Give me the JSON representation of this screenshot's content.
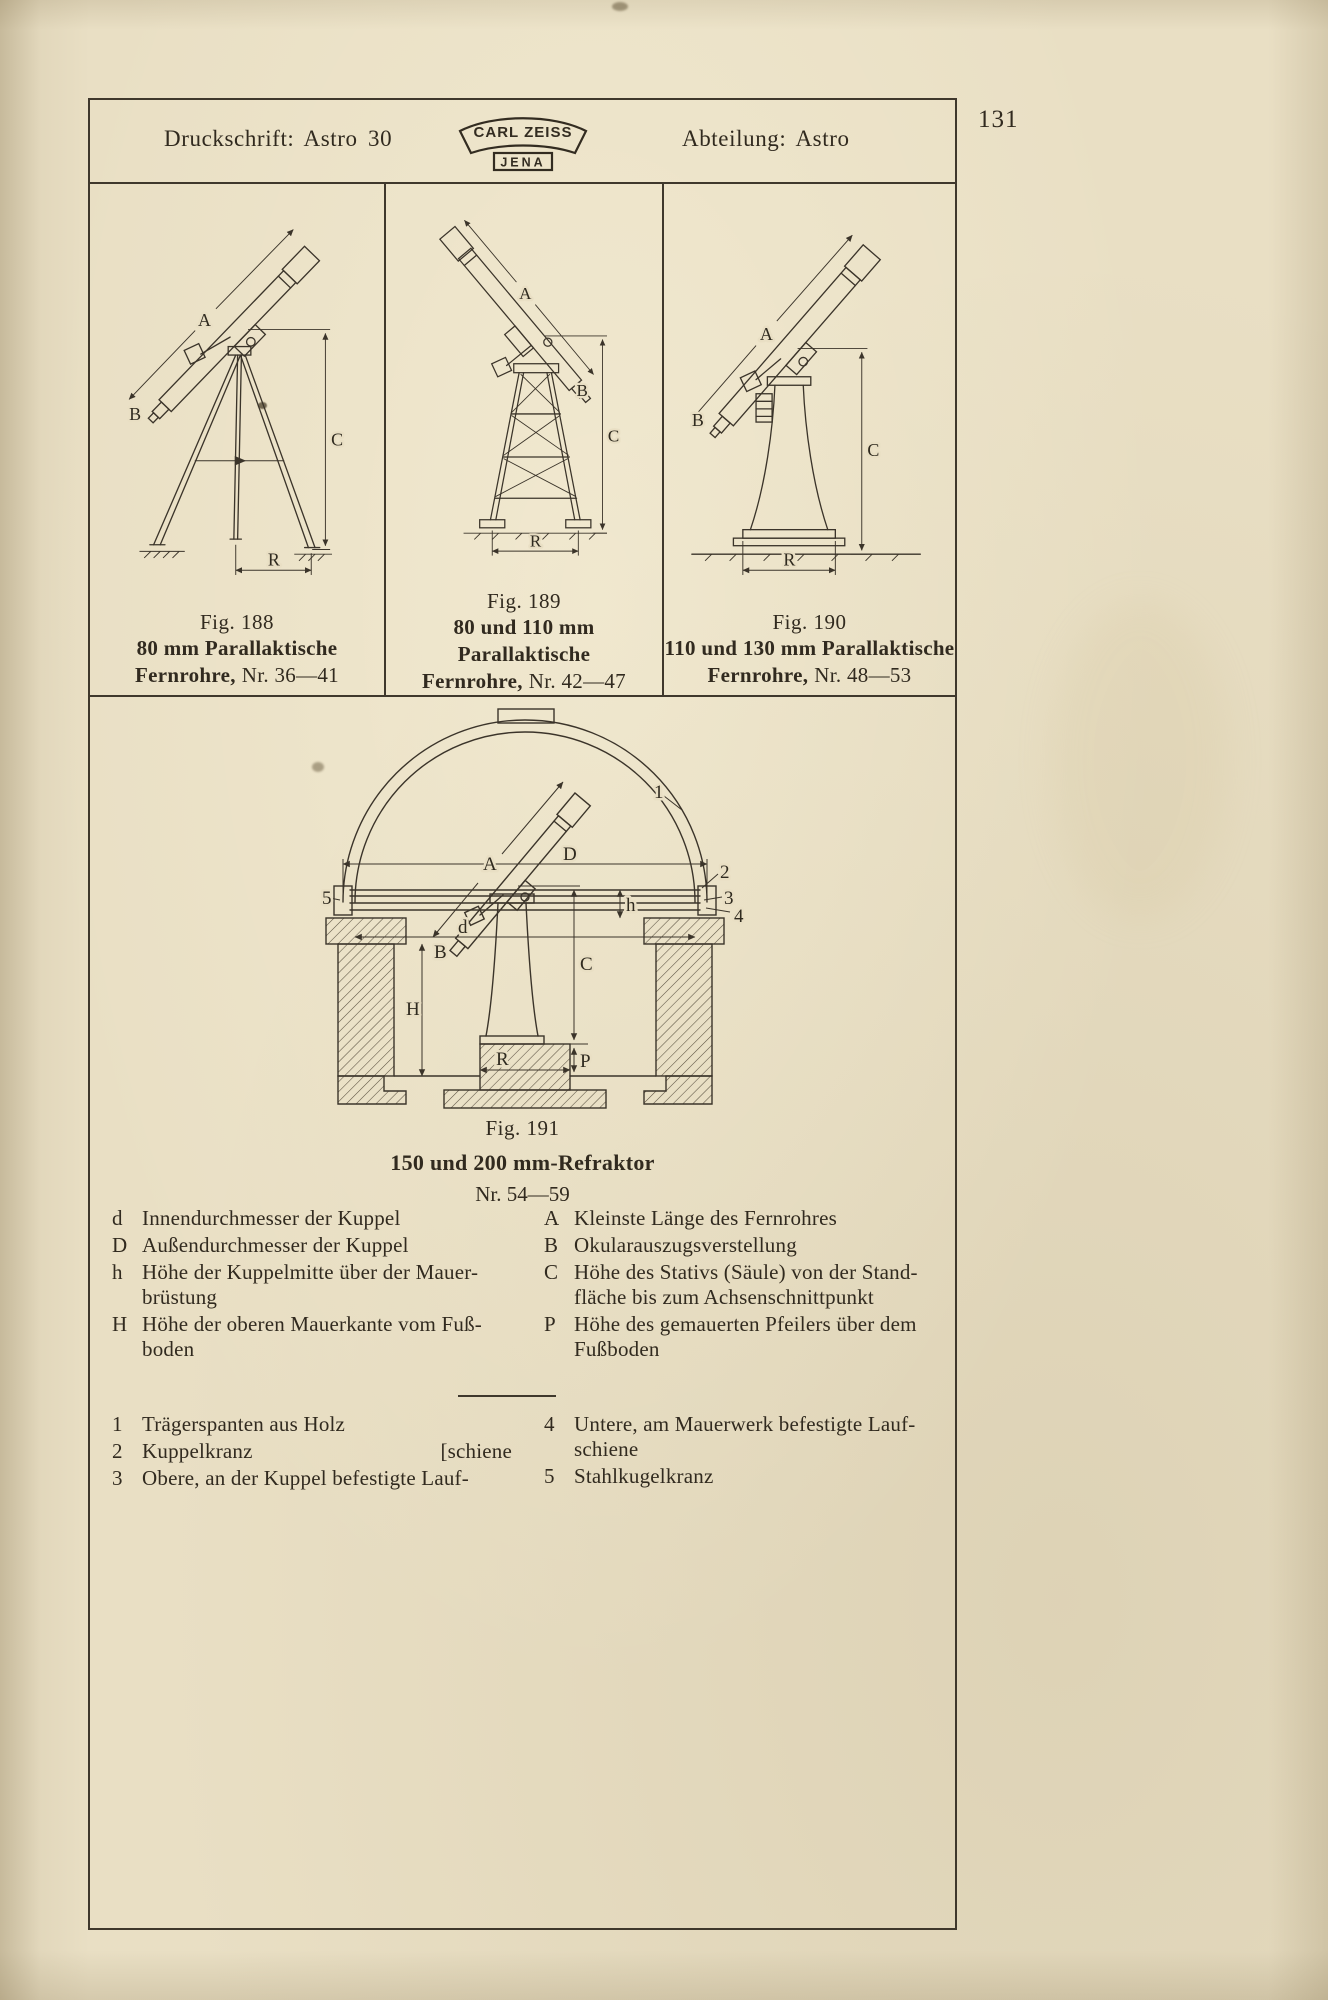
{
  "page_number": "131",
  "header": {
    "left": "Druckschrift: Astro 30",
    "right": "Abteilung: Astro",
    "logo_top": "CARL ZEISS",
    "logo_bottom": "JENA"
  },
  "figures": [
    {
      "label": "Fig. 188",
      "cap1": "80 mm Parallaktische",
      "cap2_bold": "Fernrohre,",
      "cap2_rest": "Nr. 36—41",
      "dims": {
        "A": "A",
        "B": "B",
        "C": "C",
        "R": "R"
      }
    },
    {
      "label": "Fig. 189",
      "cap1": "80 und 110 mm Parallaktische",
      "cap2_bold": "Fernrohre,",
      "cap2_rest": "Nr. 42—47",
      "dims": {
        "A": "A",
        "B": "B",
        "C": "C",
        "R": "R"
      }
    },
    {
      "label": "Fig. 190",
      "cap1": "110 und 130 mm Parallaktische",
      "cap2_bold": "Fernrohre,",
      "cap2_rest": "Nr. 48—53",
      "dims": {
        "A": "A",
        "B": "B",
        "C": "C",
        "R": "R"
      }
    }
  ],
  "fig191": {
    "label": "Fig. 191",
    "cap1": "150 und 200 mm-Refraktor",
    "cap2": "Nr. 54—59",
    "labels": {
      "A": "A",
      "B": "B",
      "C": "C",
      "D": "D",
      "d": "d",
      "h": "h",
      "H": "H",
      "P": "P",
      "R": "R",
      "n1": "1",
      "n2": "2",
      "n3": "3",
      "n4": "4",
      "n5": "5"
    }
  },
  "legend": {
    "letters_left": [
      {
        "key": "d",
        "text": "Innendurchmesser der Kuppel"
      },
      {
        "key": "D",
        "text": "Außendurchmesser der Kuppel"
      },
      {
        "key": "h",
        "text": "Höhe der Kuppelmitte über der Mauer-\nbrüstung"
      },
      {
        "key": "H",
        "text": "Höhe der oberen Mauerkante vom Fuß-\nboden"
      }
    ],
    "letters_right": [
      {
        "key": "A",
        "text": "Kleinste Länge des Fernrohres"
      },
      {
        "key": "B",
        "text": "Okularauszugsverstellung"
      },
      {
        "key": "C",
        "text": "Höhe des Stativs (Säule) von der Stand-\nfläche bis zum Achsenschnittpunkt"
      },
      {
        "key": "P",
        "text": "Höhe des gemauerten Pfeilers über dem\nFußboden"
      }
    ],
    "numbers_left": [
      {
        "key": "1",
        "text": "Trägerspanten aus Holz"
      },
      {
        "key": "2",
        "text": "Kuppelkranz",
        "annex": "[schiene"
      },
      {
        "key": "3",
        "text": "Obere, an der Kuppel befestigte Lauf-"
      }
    ],
    "numbers_right": [
      {
        "key": "4",
        "text": "Untere, am Mauerwerk befestigte Lauf-\nschiene"
      },
      {
        "key": "5",
        "text": "Stahlkugelkranz"
      }
    ]
  }
}
